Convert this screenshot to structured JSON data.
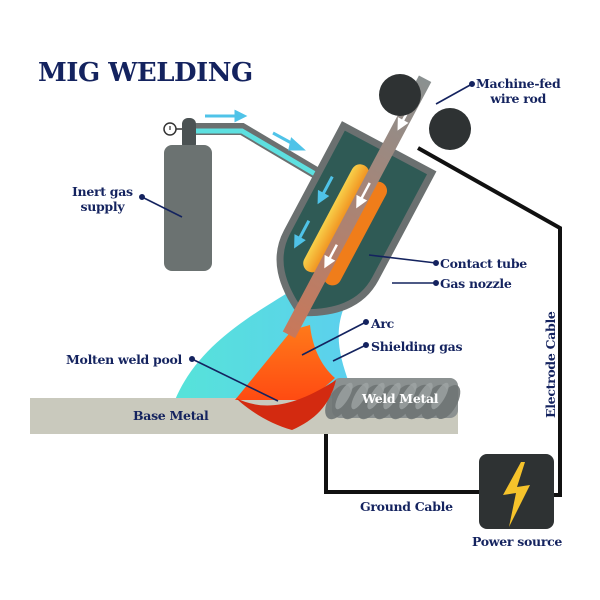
{
  "title": "MIG WELDING",
  "labels": {
    "wire_rod_line1": "Machine-fed",
    "wire_rod_line2": "wire rod",
    "gas_supply_line1": "Inert gas",
    "gas_supply_line2": "supply",
    "contact_tube": "Contact tube",
    "gas_nozzle": "Gas nozzle",
    "arc": "Arc",
    "shielding_gas": "Shielding gas",
    "molten_weld_pool": "Molten weld pool",
    "base_metal": "Base Metal",
    "weld_metal": "Weld Metal",
    "electrode_cable": "Electrode Cable",
    "ground_cable": "Ground Cable",
    "power_source": "Power source"
  },
  "colors": {
    "title": "#14235f",
    "label": "#14235f",
    "gas_flow": "#4fc3e8",
    "shielding_gas": "#5de0e0",
    "nozzle": "#2f5a55",
    "nozzle_border": "#6b7070",
    "contact_tube": "#f5a623",
    "arc": "#ff6a1a",
    "weld_pool": "#d42a10",
    "base_metal": "#c9c9bd",
    "weld_metal": "#7d8383",
    "cylinder": "#6b7271",
    "cable": "#111111",
    "power_box": "#2e3233",
    "bolt": "#f6c32b"
  }
}
